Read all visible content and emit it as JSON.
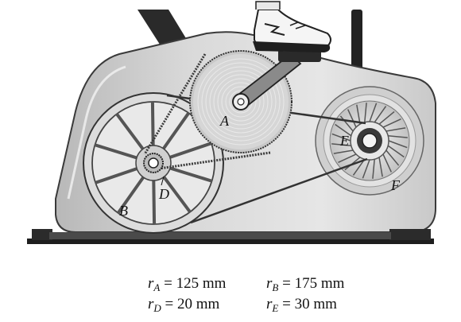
{
  "labels": {
    "A": "A",
    "B": "B",
    "D": "D",
    "E": "E",
    "F": "F"
  },
  "parameters": [
    {
      "symbol": "r",
      "sub": "A",
      "rest": " = 125 mm"
    },
    {
      "symbol": "r",
      "sub": "B",
      "rest": " = 175 mm"
    },
    {
      "symbol": "r",
      "sub": "D",
      "rest": " = 20 mm"
    },
    {
      "symbol": "r",
      "sub": "E",
      "rest": " = 30 mm"
    }
  ]
}
